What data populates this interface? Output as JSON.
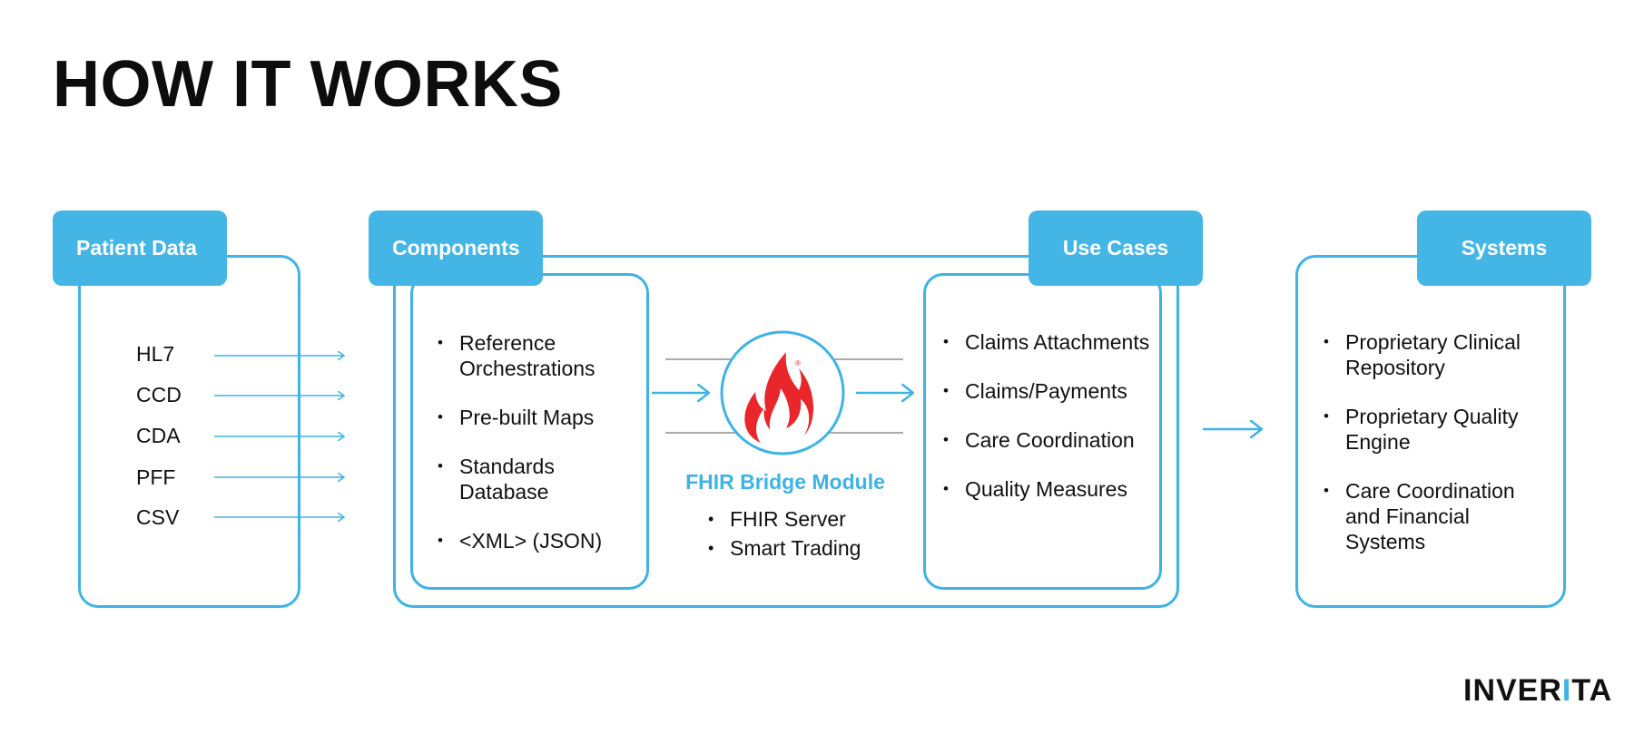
{
  "title": "HOW IT WORKS",
  "patient_data": {
    "header": "Patient Data",
    "items": [
      "HL7",
      "CCD",
      "CDA",
      "PFF",
      "CSV"
    ]
  },
  "components": {
    "header": "Components",
    "items": [
      "Reference Orchestrations",
      "Pre-built Maps",
      "Standards Database",
      "<XML> (JSON)"
    ]
  },
  "module": {
    "title": "FHIR Bridge Module",
    "items": [
      "FHIR Server",
      "Smart Trading"
    ]
  },
  "use_cases": {
    "header": "Use Cases",
    "items": [
      "Claims Attachments",
      "Claims/Payments",
      "Care Coordination",
      "Quality Measures"
    ]
  },
  "systems": {
    "header": "Systems",
    "items": [
      "Proprietary Clinical Repository",
      "Proprietary Quality Engine",
      "Care Coordination and Financial Systems"
    ]
  },
  "logo": {
    "text_main": "INVER",
    "text_accent": "I",
    "text_end": "TA"
  },
  "colors": {
    "accent": "#44b6e6",
    "line": "#3eb3e5",
    "flame": "#e8262c",
    "divider": "#777777"
  },
  "icons": {
    "flame": "fire-icon",
    "arrow": "arrow-right-icon",
    "registered": "registered-mark"
  }
}
